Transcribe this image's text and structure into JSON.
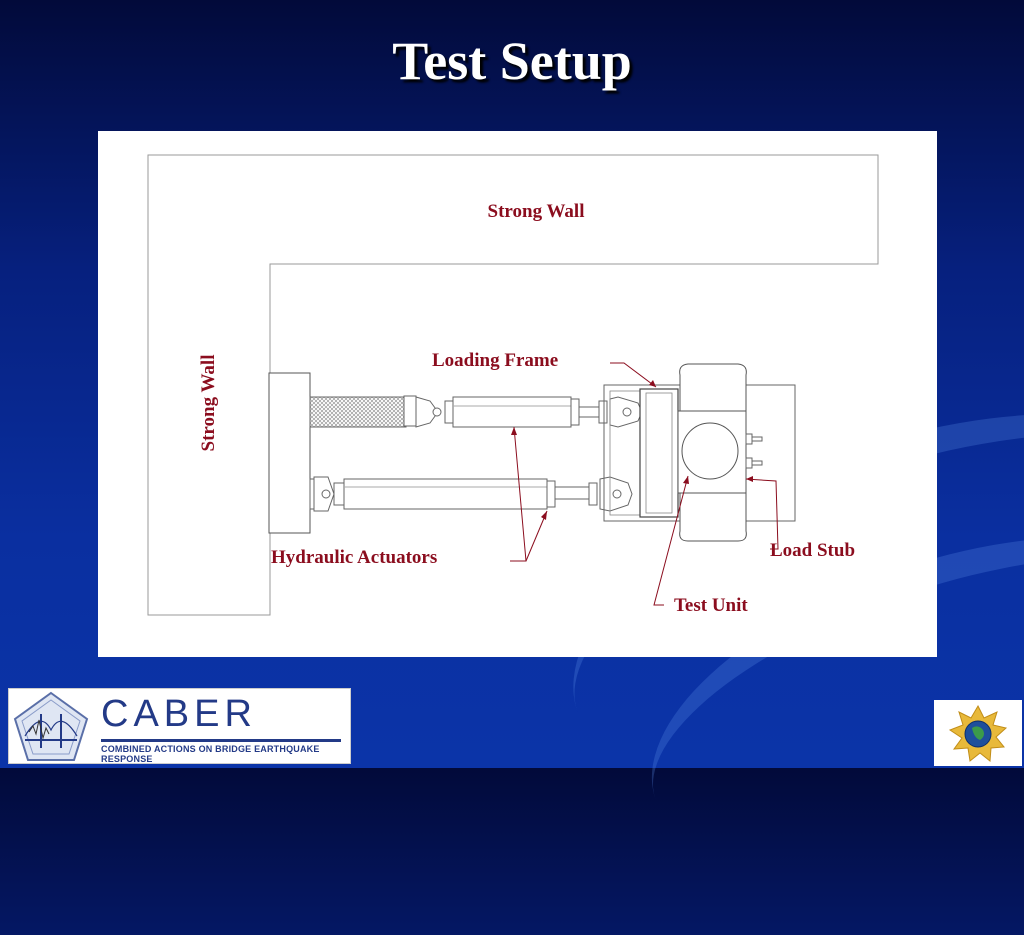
{
  "slide": {
    "title": "Test Setup",
    "colors": {
      "background": "#0a2fa0",
      "label": "#8b0d1e",
      "title": "#ffffff"
    }
  },
  "diagram": {
    "labels": {
      "strong_wall_top": "Strong Wall",
      "strong_wall_left": "Strong Wall",
      "loading_frame": "Loading Frame",
      "hydraulic_actuators": "Hydraulic Actuators",
      "load_stub": "Load Stub",
      "test_unit": "Test Unit"
    }
  },
  "footer": {
    "caber_logo_text": "CABER",
    "caber_tagline": "COMBINED ACTIONS ON BRIDGE EARTHQUAKE RESPONSE",
    "caber_icon": "bridge-pentagon-icon",
    "sponsor_icon": "nsf-globe-icon"
  }
}
